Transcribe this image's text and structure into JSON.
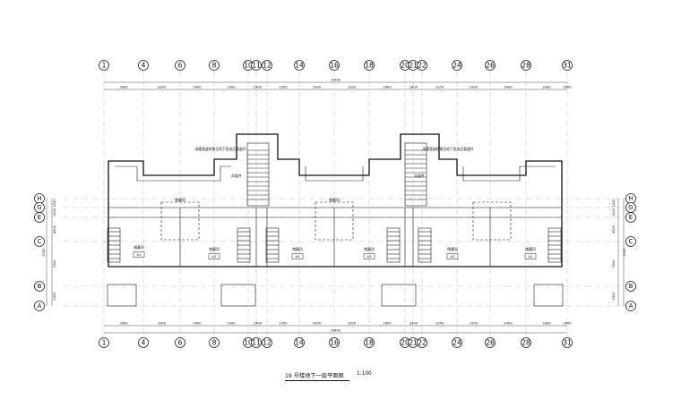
{
  "drawing": {
    "caption_title": "19 号楼地下一层平面图",
    "caption_scale": "1:100",
    "column_axes": [
      "1",
      "4",
      "6",
      "8",
      "10",
      "11",
      "12",
      "14",
      "16",
      "18",
      "20",
      "21",
      "22",
      "24",
      "26",
      "28",
      "31"
    ],
    "row_axes_left": [
      "H",
      "G",
      "E",
      "C",
      "B",
      "A"
    ],
    "row_axes_right": [
      "H",
      "G",
      "E",
      "C",
      "B",
      "A"
    ],
    "top_dimensions": [
      "2600",
      "3300",
      "2400",
      "2900",
      "2400",
      "1050",
      "2900",
      "3300",
      "2600",
      "2400",
      "1050",
      "2900",
      "2400",
      "3300",
      "2600"
    ],
    "top_total": "29400",
    "bottom_dimensions": [
      "2600",
      "3300",
      "2400",
      "2900",
      "2400",
      "1050",
      "2900",
      "3300",
      "2600",
      "2400",
      "1050",
      "2900",
      "2400",
      "3300",
      "2600"
    ],
    "bottom_total": "29400",
    "left_dimensions": [
      "1200",
      "1200",
      "4500",
      "3300",
      "1500"
    ],
    "left_total": "9150",
    "right_dimensions": [
      "1200",
      "1200",
      "4500",
      "3300",
      "1500"
    ],
    "right_total": "9150",
    "room_labels": [
      "储藏间",
      "储藏间",
      "储藏间",
      "储藏间",
      "储藏间",
      "储藏间",
      "储藏间",
      "储藏间"
    ],
    "unit_tags": [
      "A1",
      "A2",
      "A2",
      "A2",
      "A2",
      "A1"
    ],
    "annotations": [
      "采暖管道转换至地下室成品管道井",
      "采暖管道转换至地下室成品管道井",
      "风道井",
      "风道井"
    ]
  }
}
